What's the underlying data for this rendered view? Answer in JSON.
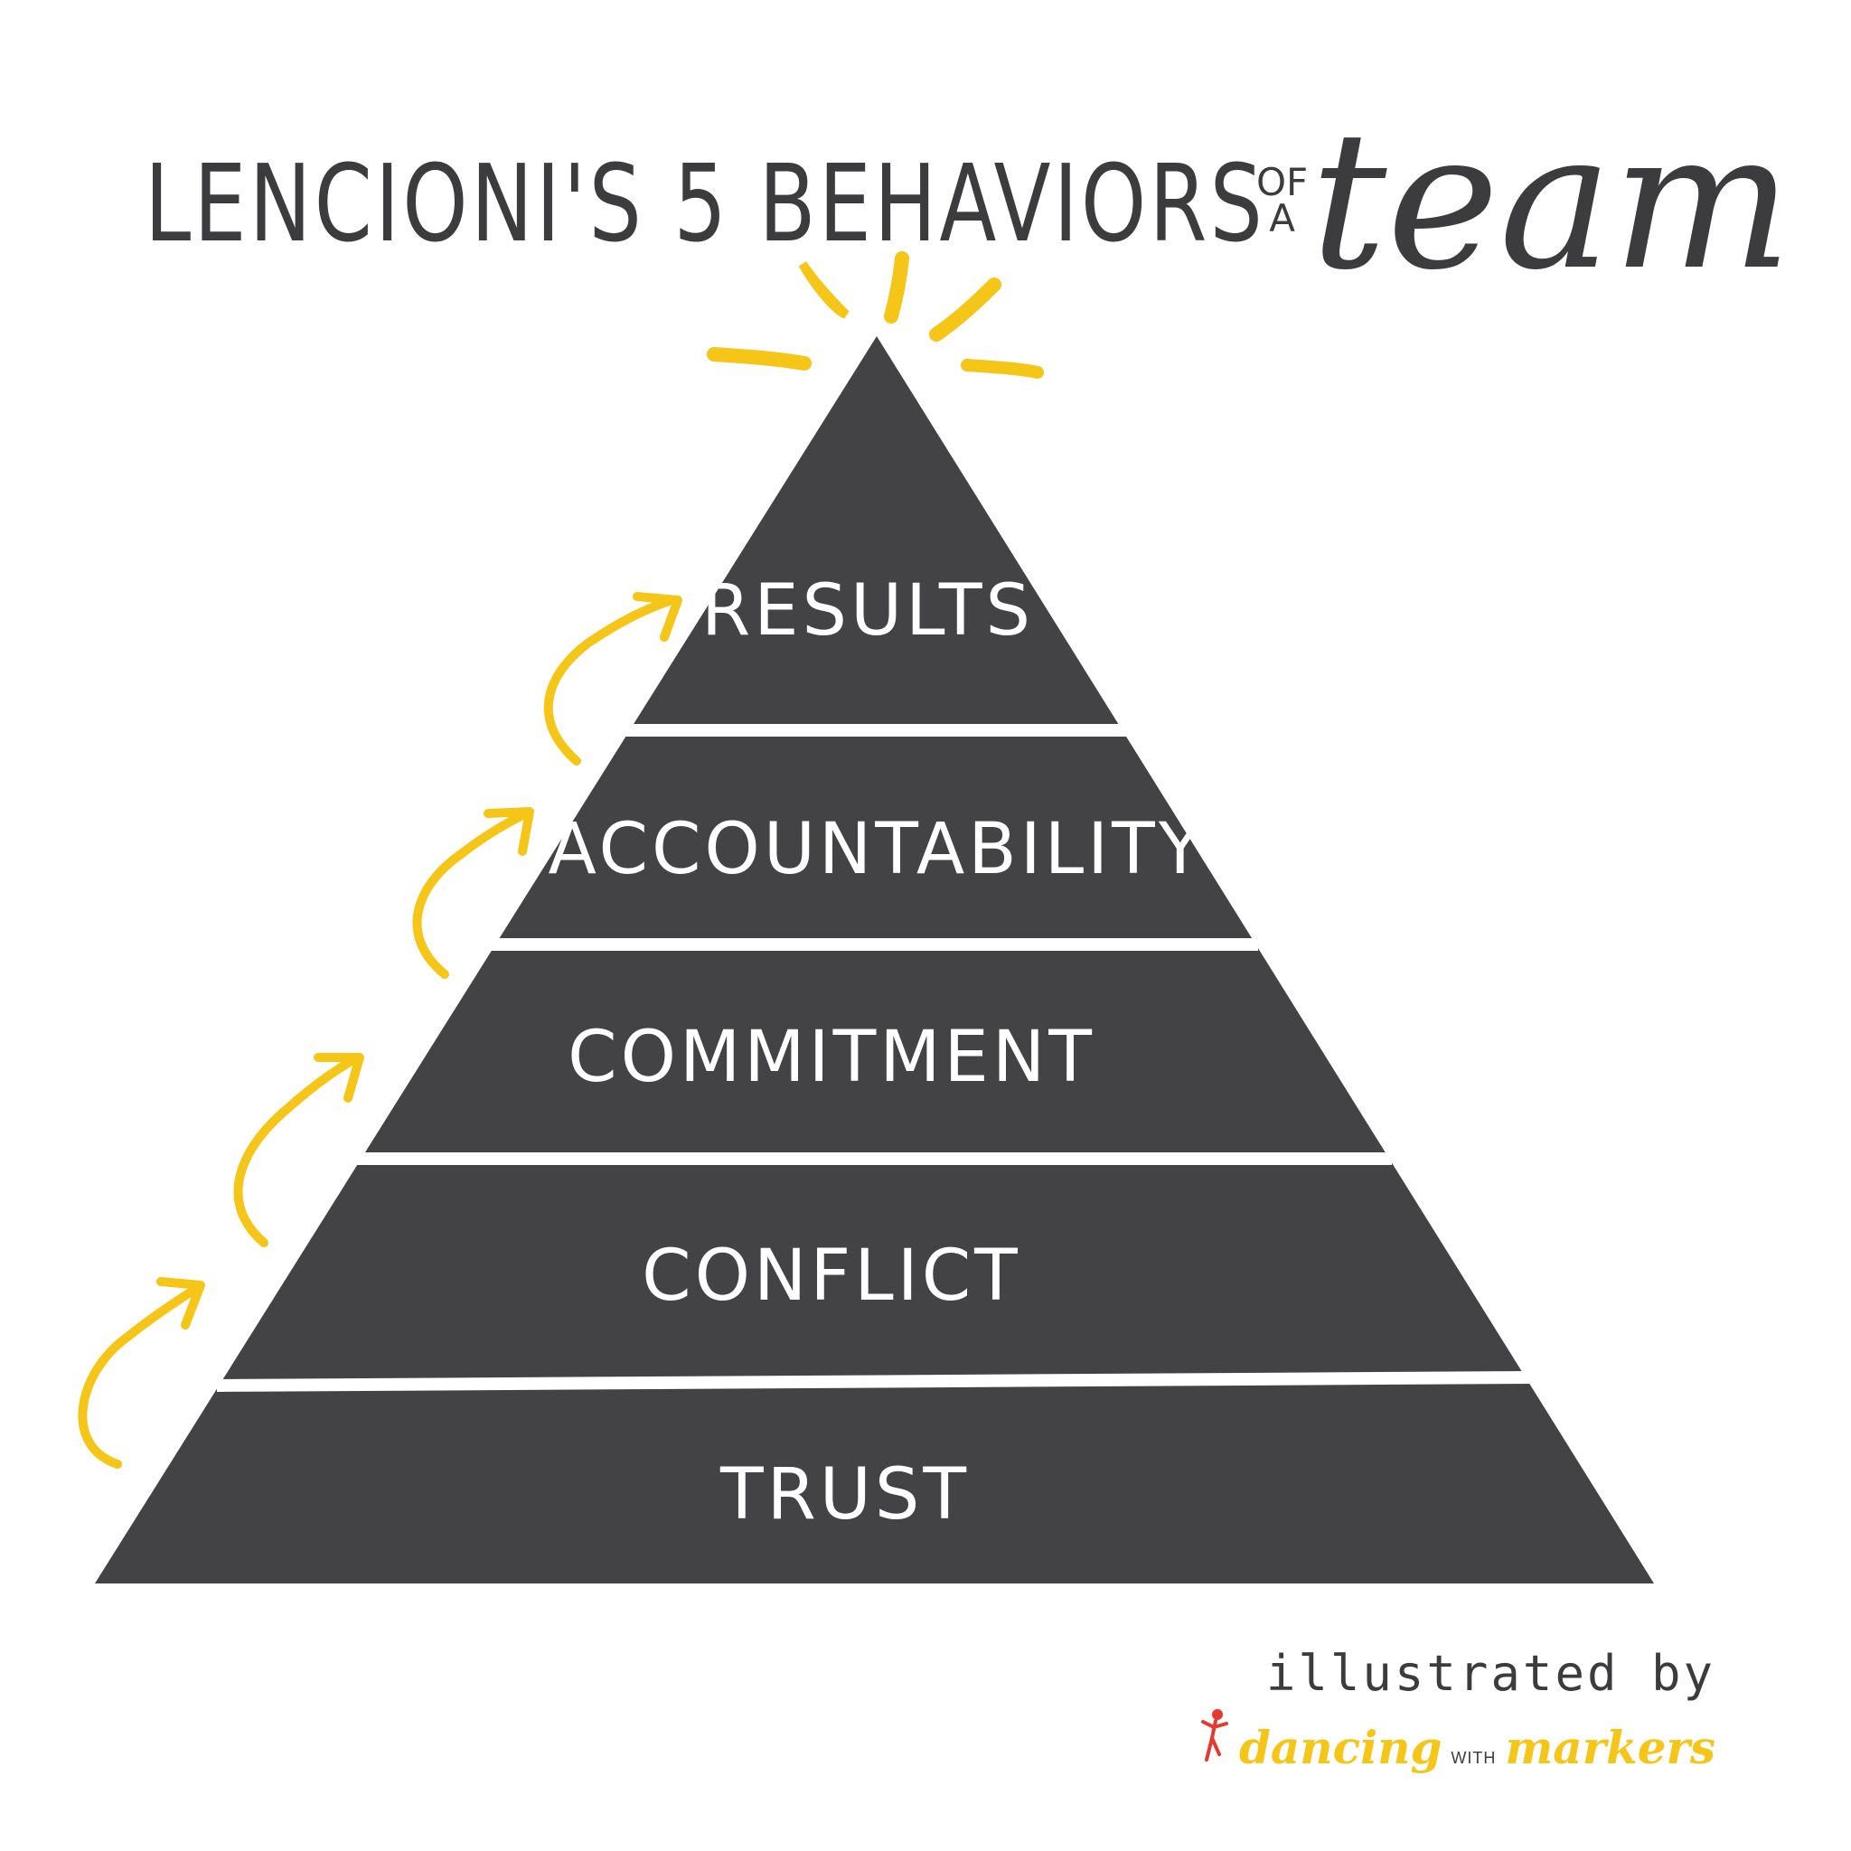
{
  "title": {
    "main": "LENCIONI'S  5 BEHAVIORS",
    "of": "OF",
    "a": "A",
    "team": "team"
  },
  "pyramid": {
    "fill_color": "#434345",
    "divider_color": "#ffffff",
    "tiers": [
      {
        "label": "RESULTS"
      },
      {
        "label": "ACCOUNTABILITY"
      },
      {
        "label": "COMMITMENT"
      },
      {
        "label": "CONFLICT"
      },
      {
        "label": "TRUST"
      }
    ]
  },
  "accent_color": "#f5c518",
  "credit": {
    "line": "illustrated by",
    "brand_part1": "dancing",
    "brand_with": "WITH",
    "brand_part2": "markers"
  }
}
